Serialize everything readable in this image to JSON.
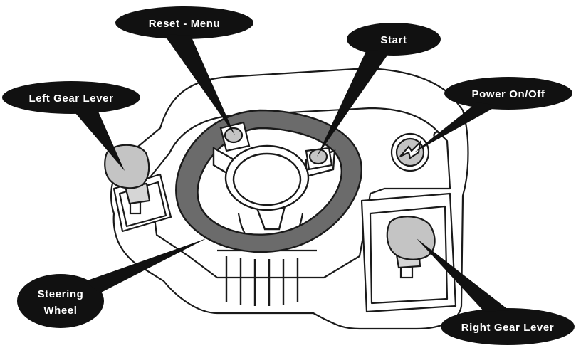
{
  "diagram": {
    "colors": {
      "callout": "#111111",
      "outline": "#1a1a1a",
      "wheel": "#6b6b6b",
      "knob": "#c4c4c4",
      "body": "#ffffff"
    },
    "labels": {
      "reset_menu": "Reset - Menu",
      "start": "Start",
      "left_gear_lever": "Left Gear Lever",
      "power": "Power On/Off",
      "steering_line1": "Steering",
      "steering_line2": "Wheel",
      "right_gear_lever": "Right Gear Lever"
    }
  }
}
